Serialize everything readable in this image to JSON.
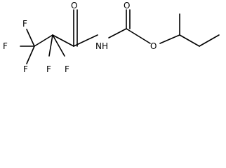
{
  "molecule": {
    "atoms": [
      {
        "id": "f1",
        "symbol": "F"
      },
      {
        "id": "f2",
        "symbol": "F"
      },
      {
        "id": "f3",
        "symbol": "F"
      },
      {
        "id": "f4",
        "symbol": "F"
      },
      {
        "id": "f5",
        "symbol": "F"
      },
      {
        "id": "o1",
        "symbol": "O"
      },
      {
        "id": "n1",
        "symbol": "NH"
      },
      {
        "id": "o2",
        "symbol": "O"
      },
      {
        "id": "o3",
        "symbol": "O"
      }
    ]
  }
}
